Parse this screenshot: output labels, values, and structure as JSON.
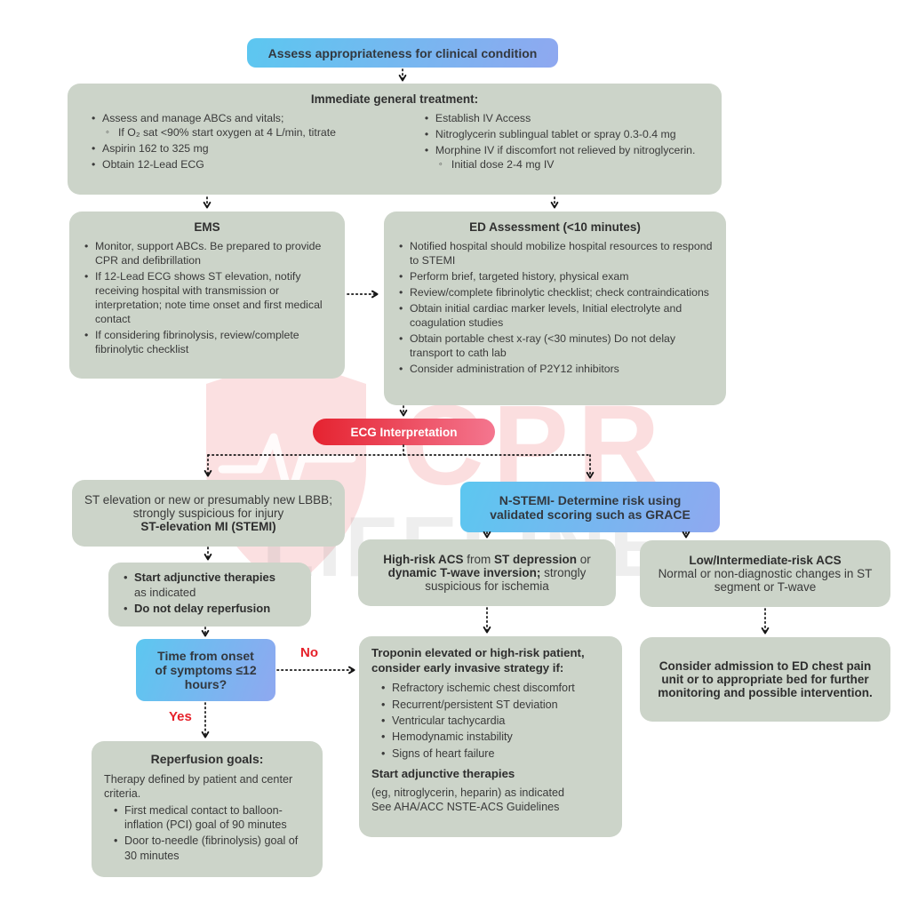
{
  "watermark": {
    "line1": "CPR",
    "line2": "LIFELINE"
  },
  "flow": {
    "assess": "Assess appropriateness for clinical condition",
    "immediate": {
      "title": "Immediate general treatment:",
      "left": {
        "b1": "Assess and manage ABCs and vitals;",
        "b1_sub": "If O₂ sat <90% start oxygen at 4 L/min, titrate",
        "b2": "Aspirin 162 to 325 mg",
        "b3": "Obtain 12-Lead ECG"
      },
      "right": {
        "b1": "Establish IV Access",
        "b2": "Nitroglycerin sublingual tablet or spray 0.3-0.4 mg",
        "b3": "Morphine IV if discomfort not relieved by nitroglycerin.",
        "b3_sub": "Initial dose 2-4 mg IV"
      }
    },
    "ems": {
      "title": "EMS",
      "b1": "Monitor, support ABCs. Be prepared to provide CPR and defibrillation",
      "b2": "If 12-Lead ECG shows ST elevation, notify receiving hospital with transmission or interpretation; note time onset and first medical contact",
      "b3": "If considering fibrinolysis, review/complete fibrinolytic checklist"
    },
    "ed": {
      "title": "ED Assessment (<10 minutes)",
      "b1": "Notified hospital should mobilize hospital resources to respond to STEMI",
      "b2": "Perform brief, targeted history, physical exam",
      "b3": "Review/complete fibrinolytic checklist; check contraindications",
      "b4": "Obtain initial cardiac marker levels, Initial electrolyte and coagulation studies",
      "b5": "Obtain portable chest x-ray (<30 minutes) Do not delay transport to cath lab",
      "b6": "Consider administration of P2Y12 inhibitors"
    },
    "ecg": "ECG Interpretation",
    "stemi": {
      "line1": "ST elevation or new or presumably new LBBB; strongly suspicious for injury",
      "line2": "ST-elevation MI (STEMI)"
    },
    "nstemi": "N-STEMI- Determine risk using validated scoring such as GRACE",
    "adjunctive": {
      "b1_bold": "Start adjunctive therapies",
      "b1_rest": "as indicated",
      "b2_bold": "Do not delay reperfusion"
    },
    "highrisk": {
      "b1": "High-risk ACS",
      "n1": " from ",
      "b2": "ST depression",
      "n2": " or ",
      "b3": "dynamic T-wave inversion;",
      "n3": " strongly suspicious for ischemia"
    },
    "lowrisk": {
      "title": "Low/Intermediate-risk ACS",
      "text": "Normal or non-diagnostic changes in ST segment or T-wave"
    },
    "time": "Time from onset of symptoms ≤12 hours?",
    "no_label": "No",
    "yes_label": "Yes",
    "troponin": {
      "title": "Troponin elevated or high-risk patient, consider early invasive strategy if:",
      "b1": "Refractory ischemic chest discomfort",
      "b2": "Recurrent/persistent ST deviation",
      "b3": "Ventricular tachycardia",
      "b4": "Hemodynamic instability",
      "b5": "Signs of heart failure",
      "subtitle": "Start adjunctive therapies",
      "footer1": "(eg, nitroglycerin, heparin) as indicated",
      "footer2": "See AHA/ACC NSTE-ACS Guidelines"
    },
    "admission": "Consider admission to ED chest pain unit or to appropriate bed for further monitoring and possible intervention.",
    "reperfusion": {
      "title": "Reperfusion goals:",
      "intro": "Therapy defined by patient and center criteria.",
      "b1": "First medical contact to balloon-inflation (PCI) goal of 90 minutes",
      "b2": "Door to-needle (fibrinolysis) goal of 30 minutes"
    }
  },
  "colors": {
    "box_sage": "#ccd4c9",
    "blue_start": "#5cc7f0",
    "blue_end": "#8fa8f0",
    "red_start": "#e52330",
    "red_end": "#f4768f",
    "label_red": "#e6212a",
    "text": "#3a3a3a"
  }
}
